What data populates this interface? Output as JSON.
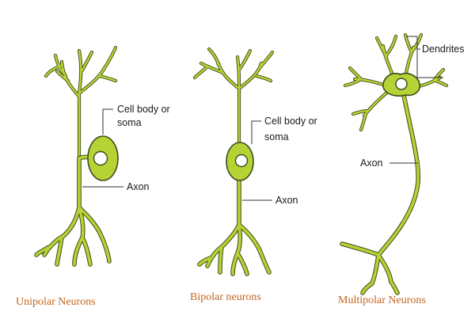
{
  "colors": {
    "neuron": "#b5d334",
    "caption": "#c4661f"
  },
  "unipolar": {
    "cell_body_label_line1": "Cell body or",
    "cell_body_label_line2": "soma",
    "axon_label": "Axon",
    "caption": "Unipolar Neurons"
  },
  "bipolar": {
    "cell_body_label_line1": "Cell body or",
    "cell_body_label_line2": "soma",
    "axon_label": "Axon",
    "caption": "Bipolar neurons"
  },
  "multipolar": {
    "dendrites_label": "Dendrites",
    "axon_label": "Axon",
    "caption": "Multipolar Neurons"
  }
}
